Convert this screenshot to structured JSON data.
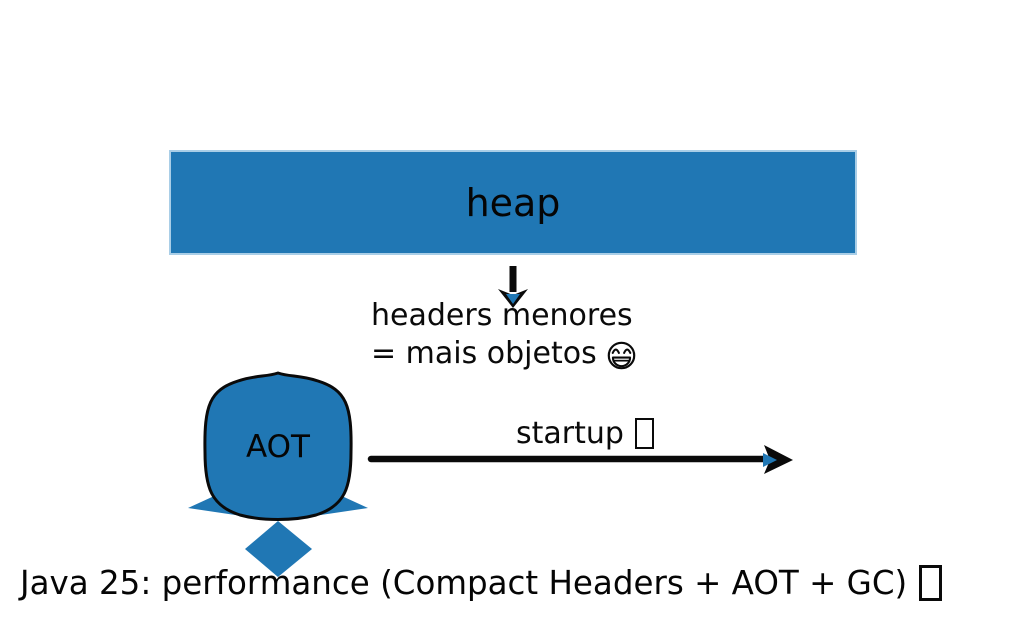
{
  "colors": {
    "accent_blue": "#2077b4",
    "ink": "#0a0a0a"
  },
  "heap_box": {
    "label": "heap"
  },
  "note": {
    "line1": "headers menores",
    "line2_prefix": "= mais objetos",
    "emoji_icon": "grinning-face-with-smiling-eyes"
  },
  "rocket": {
    "label": "AOT"
  },
  "startup": {
    "label": "startup",
    "missing_glyph": "□"
  },
  "title": {
    "text": "Java 25: performance (Compact Headers + AOT + GC)",
    "missing_glyph": "□"
  }
}
